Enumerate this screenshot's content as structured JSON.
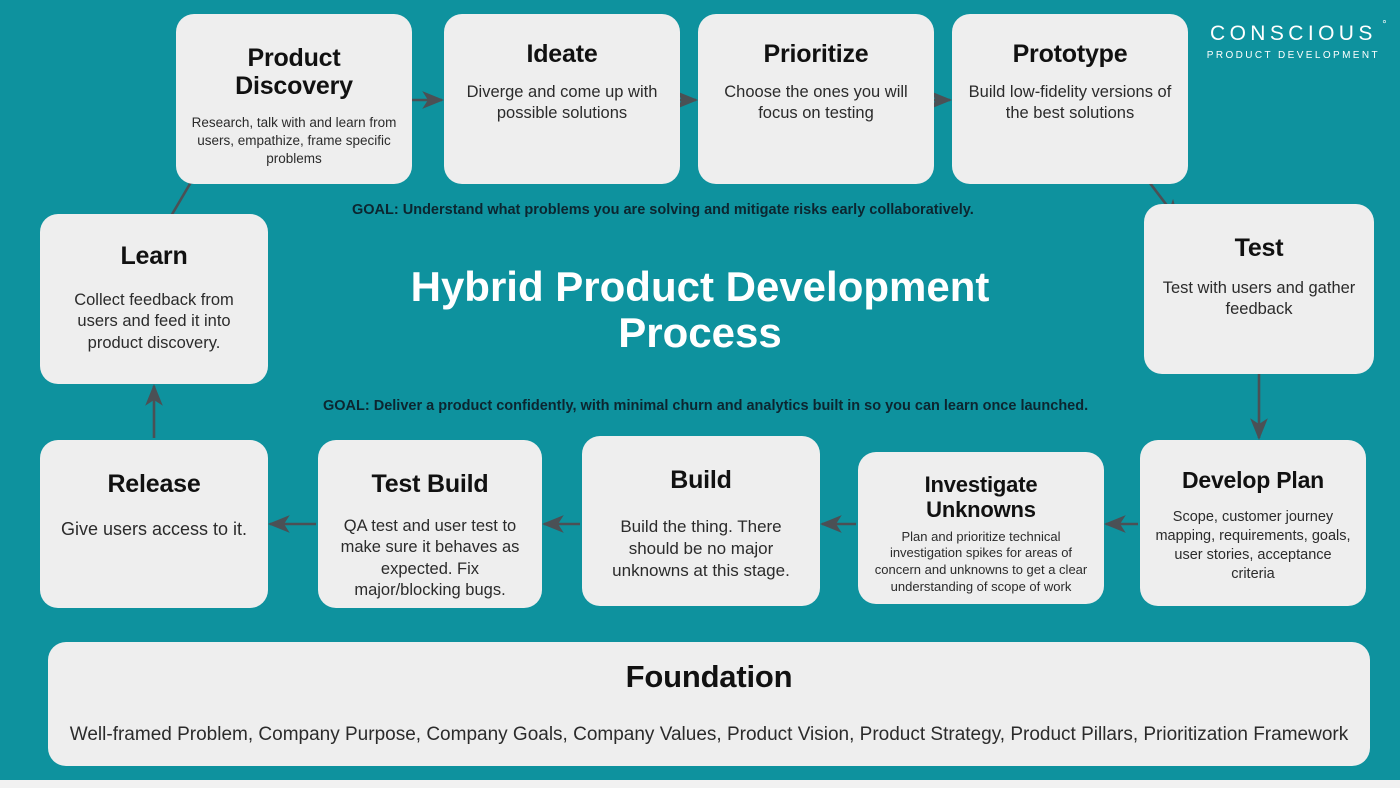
{
  "brand": {
    "logo_main": "CONSCIOUS",
    "logo_degree": "°",
    "logo_sub": "PRODUCT DEVELOPMENT"
  },
  "center": {
    "title_line1": "Hybrid Product Development",
    "title_line2": "Process"
  },
  "goals": {
    "goal_1": "GOAL: Understand what problems you are solving and mitigate risks early collaboratively.",
    "goal_2": "GOAL: Deliver a product confidently, with minimal churn and analytics built in so you can learn once launched."
  },
  "cards": {
    "product_discovery": {
      "title_line1": "Product",
      "title_line2": "Discovery",
      "desc": "Research, talk with and learn from users, empathize, frame specific problems"
    },
    "ideate": {
      "title": "Ideate",
      "desc": "Diverge and come up with possible solutions"
    },
    "prioritize": {
      "title": "Prioritize",
      "desc": "Choose the ones you will focus on testing"
    },
    "prototype": {
      "title": "Prototype",
      "desc": "Build low-fidelity versions of the best solutions"
    },
    "test": {
      "title": "Test",
      "desc": "Test with users and gather feedback"
    },
    "develop_plan": {
      "title": "Develop Plan",
      "desc": "Scope, customer journey mapping, requirements, goals, user stories, acceptance criteria"
    },
    "investigate_unknowns": {
      "title_line1": "Investigate",
      "title_line2": "Unknowns",
      "desc": "Plan and prioritize technical investigation spikes for areas of concern and unknowns to get a clear understanding of scope of work"
    },
    "build": {
      "title": "Build",
      "desc": "Build the thing. There should be no major unknowns at this stage."
    },
    "test_build": {
      "title": "Test Build",
      "desc": "QA test and user test to make sure it behaves as expected. Fix major/blocking bugs."
    },
    "release": {
      "title": "Release",
      "desc": "Give users access to it."
    },
    "learn": {
      "title": "Learn",
      "desc": "Collect feedback from users and feed it into product discovery."
    },
    "foundation": {
      "title": "Foundation",
      "desc": "Well-framed Problem, Company Purpose, Company Goals, Company Values, Product Vision, Product Strategy, Product Pillars, Prioritization Framework"
    }
  },
  "colors": {
    "background_teal": "#0e929e",
    "card_gray": "#eeeeee",
    "arrow_gray": "#4b5055",
    "title_white": "#ffffff",
    "goal_dark": "#0c2630"
  }
}
